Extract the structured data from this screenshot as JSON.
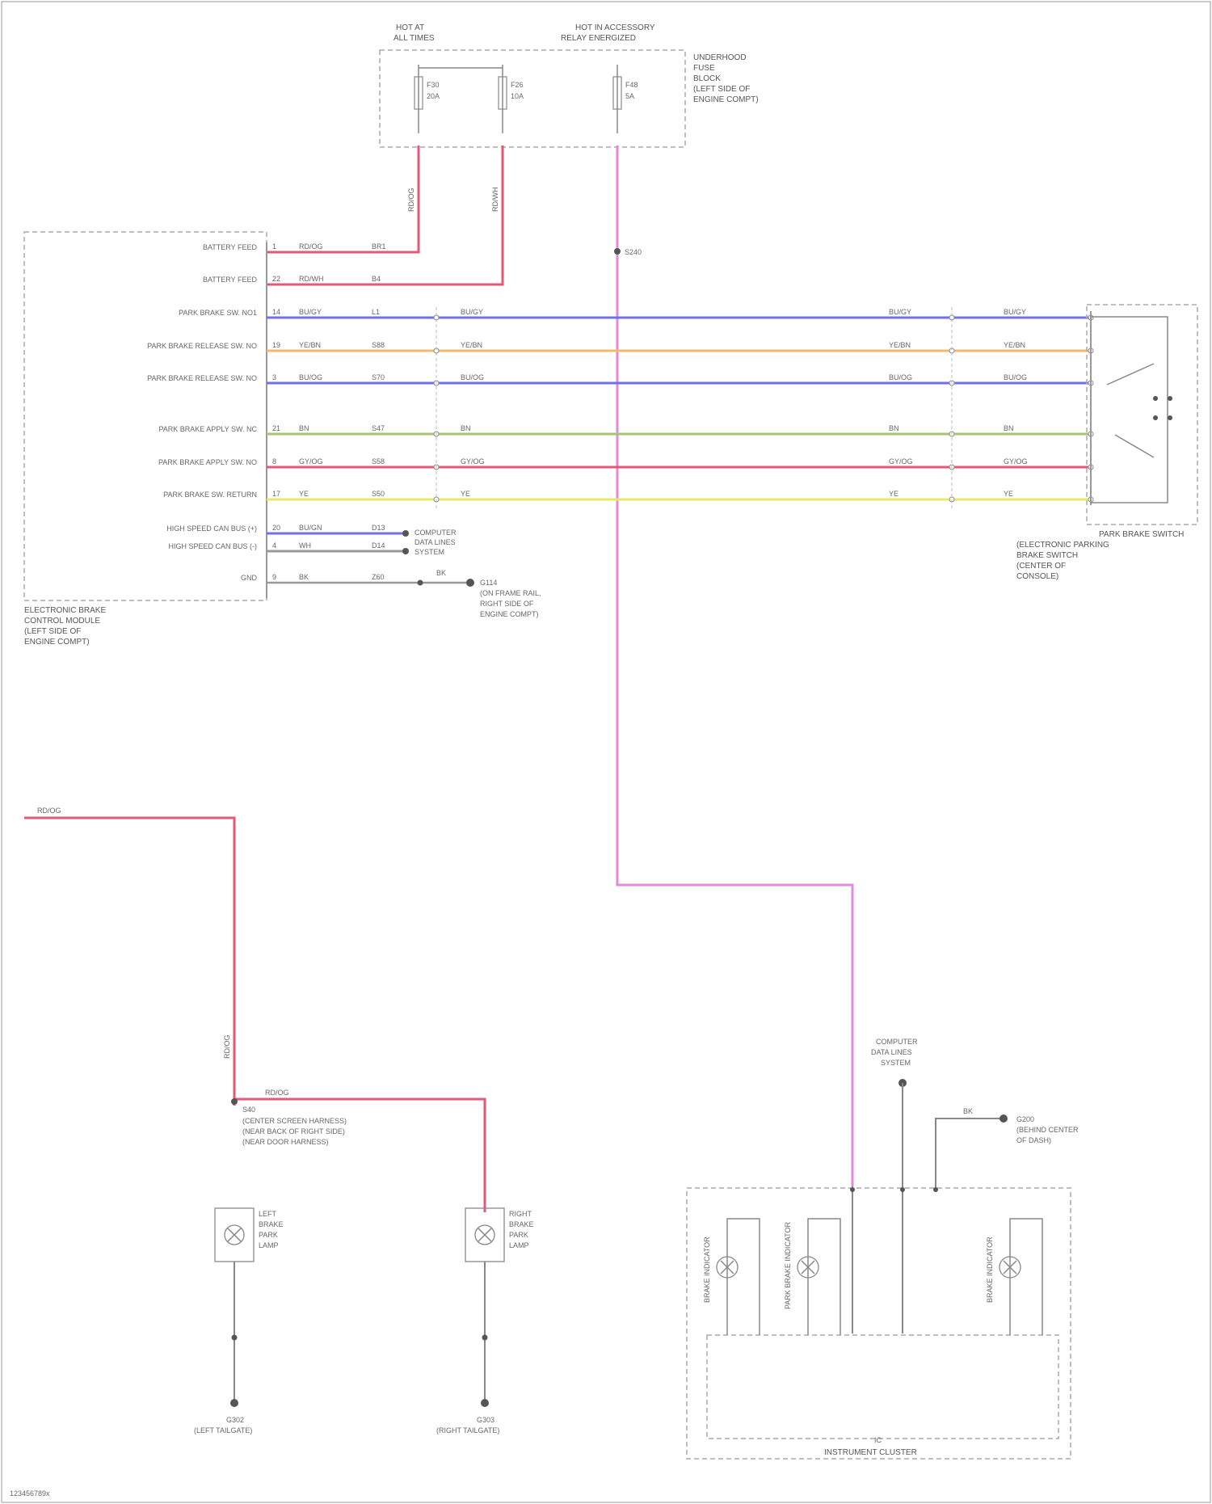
{
  "colors": {
    "red": "#e35a78",
    "pink": "#e38ae0",
    "blue": "#7070ee",
    "orange": "#f3b870",
    "green": "#a9c27a",
    "yellow": "#e9e86a",
    "gray": "#999999",
    "blackline": "#888888"
  },
  "fuse_panel": {
    "left_header": [
      "HOT AT",
      "ALL TIMES"
    ],
    "right_header": [
      "HOT IN ACCESSORY",
      "RELAY ENERGIZED"
    ],
    "fuses": [
      [
        "F30",
        "20A"
      ],
      [
        "F26",
        "10A"
      ],
      [
        "F48",
        "5A"
      ]
    ],
    "caption": [
      "UNDERHOOD",
      "FUSE",
      "BLOCK",
      "(LEFT SIDE OF",
      "ENGINE COMPT)"
    ]
  },
  "module": {
    "pins": [
      {
        "pin": "1",
        "label": "BATTERY FEED",
        "wire": "RD/OG",
        "circuit": "BR1"
      },
      {
        "pin": "22",
        "label": "BATTERY FEED",
        "wire": "RD/WH",
        "circuit": "B4"
      },
      {
        "pin": "14",
        "label": "PARK BRAKE SW. NO1",
        "wire": "BU/GY",
        "circuit": "L1"
      },
      {
        "pin": "19",
        "label": "PARK BRAKE RELEASE SW. NO",
        "wire": "YE/BN",
        "circuit": "S88"
      },
      {
        "pin": "3",
        "label": "PARK BRAKE RELEASE SW. NO",
        "wire": "BU/OG",
        "circuit": "S70"
      },
      {
        "pin": "21",
        "label": "PARK BRAKE APPLY SW. NC",
        "wire": "BN",
        "circuit": "S47"
      },
      {
        "pin": "8",
        "label": "PARK BRAKE APPLY SW. NO",
        "wire": "GY/OG",
        "circuit": "S58"
      },
      {
        "pin": "17",
        "label": "PARK BRAKE SW. RETURN",
        "wire": "YE",
        "circuit": "S50"
      },
      {
        "pin": "20",
        "label": "HIGH SPEED CAN BUS (+)",
        "wire": "BU/GN",
        "circuit": "D13"
      },
      {
        "pin": "4",
        "label": "HIGH SPEED CAN BUS (-)",
        "wire": "WH",
        "circuit": "D14"
      },
      {
        "pin": "9",
        "label": "GND",
        "wire": "BK",
        "circuit": "Z60"
      }
    ],
    "can_note": [
      "COMPUTER",
      "DATA LINES",
      "SYSTEM"
    ],
    "caption": [
      "ELECTRONIC BRAKE",
      "CONTROL MODULE",
      "(LEFT SIDE OF",
      "ENGINE COMPT)"
    ],
    "ground_caption": [
      "G114",
      "(ON FRAME RAIL,",
      "RIGHT SIDE OF",
      "ENGINE COMPT)"
    ],
    "ground_wire": "BK"
  },
  "switch": {
    "caption": [
      "PARK BRAKE SWITCH",
      "(ELECTRONIC PARKING",
      "BRAKE SWITCH",
      "(CENTER OF",
      "CONSOLE)"
    ]
  },
  "splice_label": "S240",
  "lamps": {
    "feed_label": "RD/OG",
    "splice": "S40",
    "splice_note": [
      "(CENTER SCREEN HARNESS)",
      "(NEAR BACK OF RIGHT SIDE)",
      "(NEAR DOOR HARNESS)"
    ],
    "left": {
      "name": [
        "LEFT",
        "BRAKE",
        "PARK",
        "LAMP"
      ],
      "ground": "G302",
      "ground_caption": "(LEFT TAILGATE)"
    },
    "right": {
      "name": [
        "RIGHT",
        "BRAKE",
        "PARK",
        "LAMP"
      ],
      "ground": "G303",
      "ground_caption": "(RIGHT TAILGATE)"
    }
  },
  "instrument_cluster": {
    "caption": "INSTRUMENT CLUSTER",
    "top_note": [
      "COMPUTER",
      "DATA LINES",
      "SYSTEM"
    ],
    "ground_note": [
      "G200",
      "(BEHIND CENTER",
      "OF DASH)"
    ],
    "ground_wire": "BK",
    "inner_label": "IC",
    "bulbs": [
      "BRAKE INDICATOR",
      "PARK BRAKE INDICATOR",
      "BRAKE INDICATOR"
    ]
  },
  "footer": "123456789x"
}
